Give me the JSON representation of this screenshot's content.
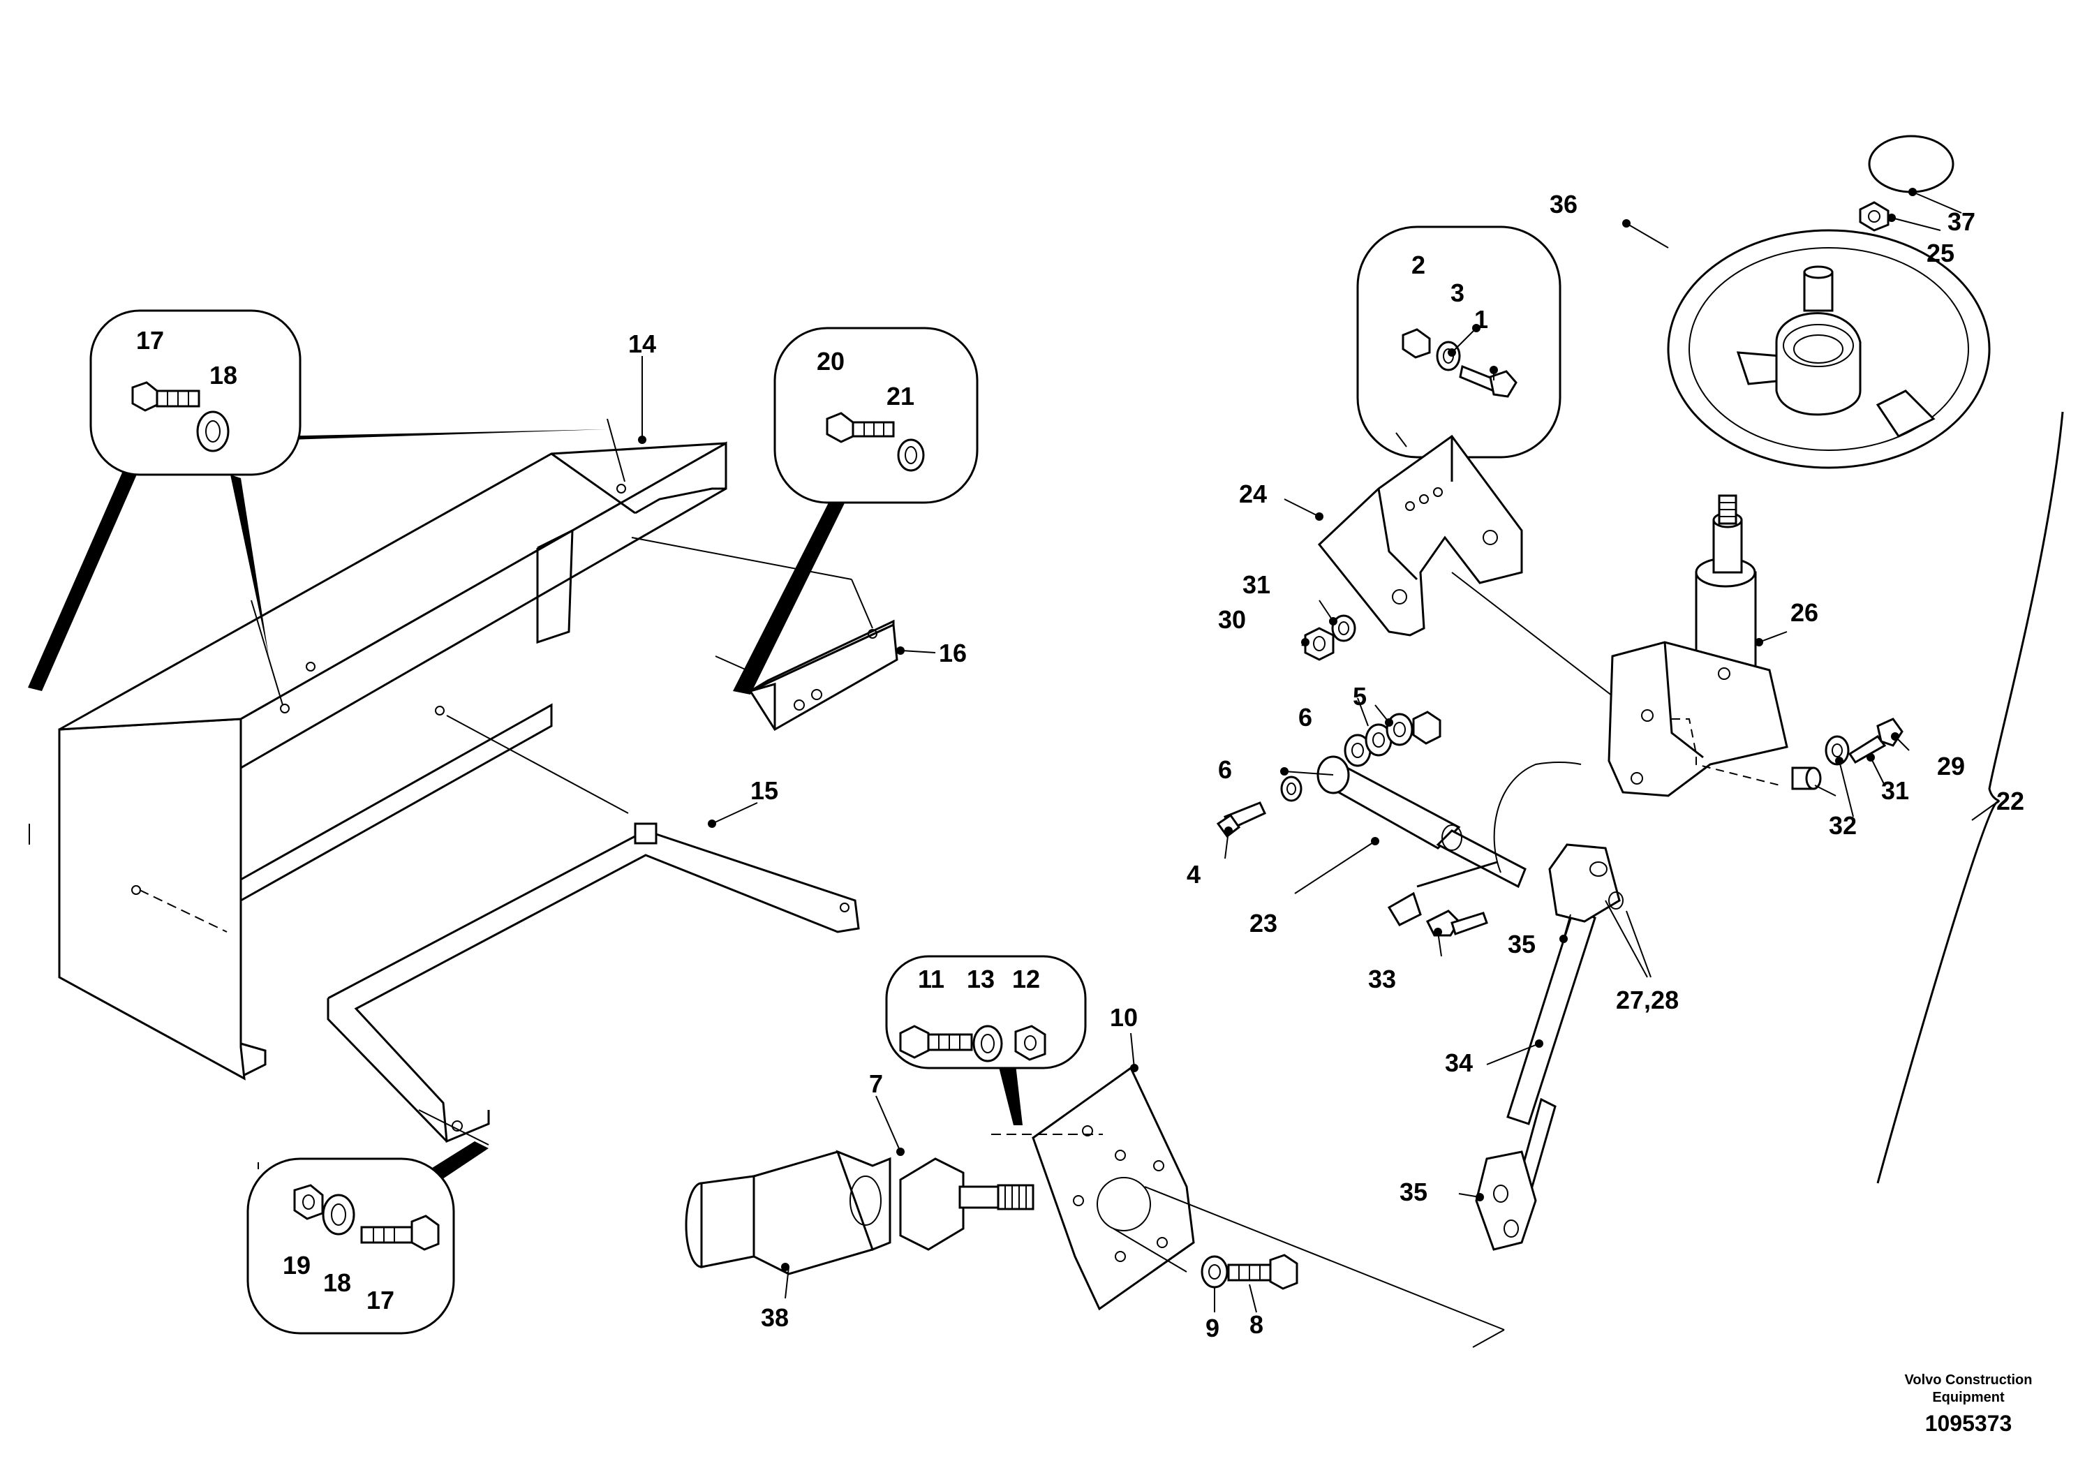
{
  "callouts": {
    "c1": "1",
    "c2": "2",
    "c3": "3",
    "c4": "4",
    "c5": "5",
    "c6a": "6",
    "c6b": "6",
    "c7": "7",
    "c8": "8",
    "c9": "9",
    "c10": "10",
    "c11": "11",
    "c12": "12",
    "c13": "13",
    "c14": "14",
    "c15": "15",
    "c16": "16",
    "c17a": "17",
    "c17b": "17",
    "c18a": "18",
    "c18b": "18",
    "c19": "19",
    "c20": "20",
    "c21": "21",
    "c22": "22",
    "c23": "23",
    "c24": "24",
    "c25": "25",
    "c26": "26",
    "c2728": "27,28",
    "c29": "29",
    "c30": "30",
    "c31a": "31",
    "c31b": "31",
    "c32": "32",
    "c33": "33",
    "c34": "34",
    "c35a": "35",
    "c35b": "35",
    "c36": "36",
    "c37": "37",
    "c38": "38"
  },
  "footer": {
    "maker_line1": "Volvo Construction",
    "maker_line2": "Equipment",
    "drawing_number": "1095373"
  }
}
